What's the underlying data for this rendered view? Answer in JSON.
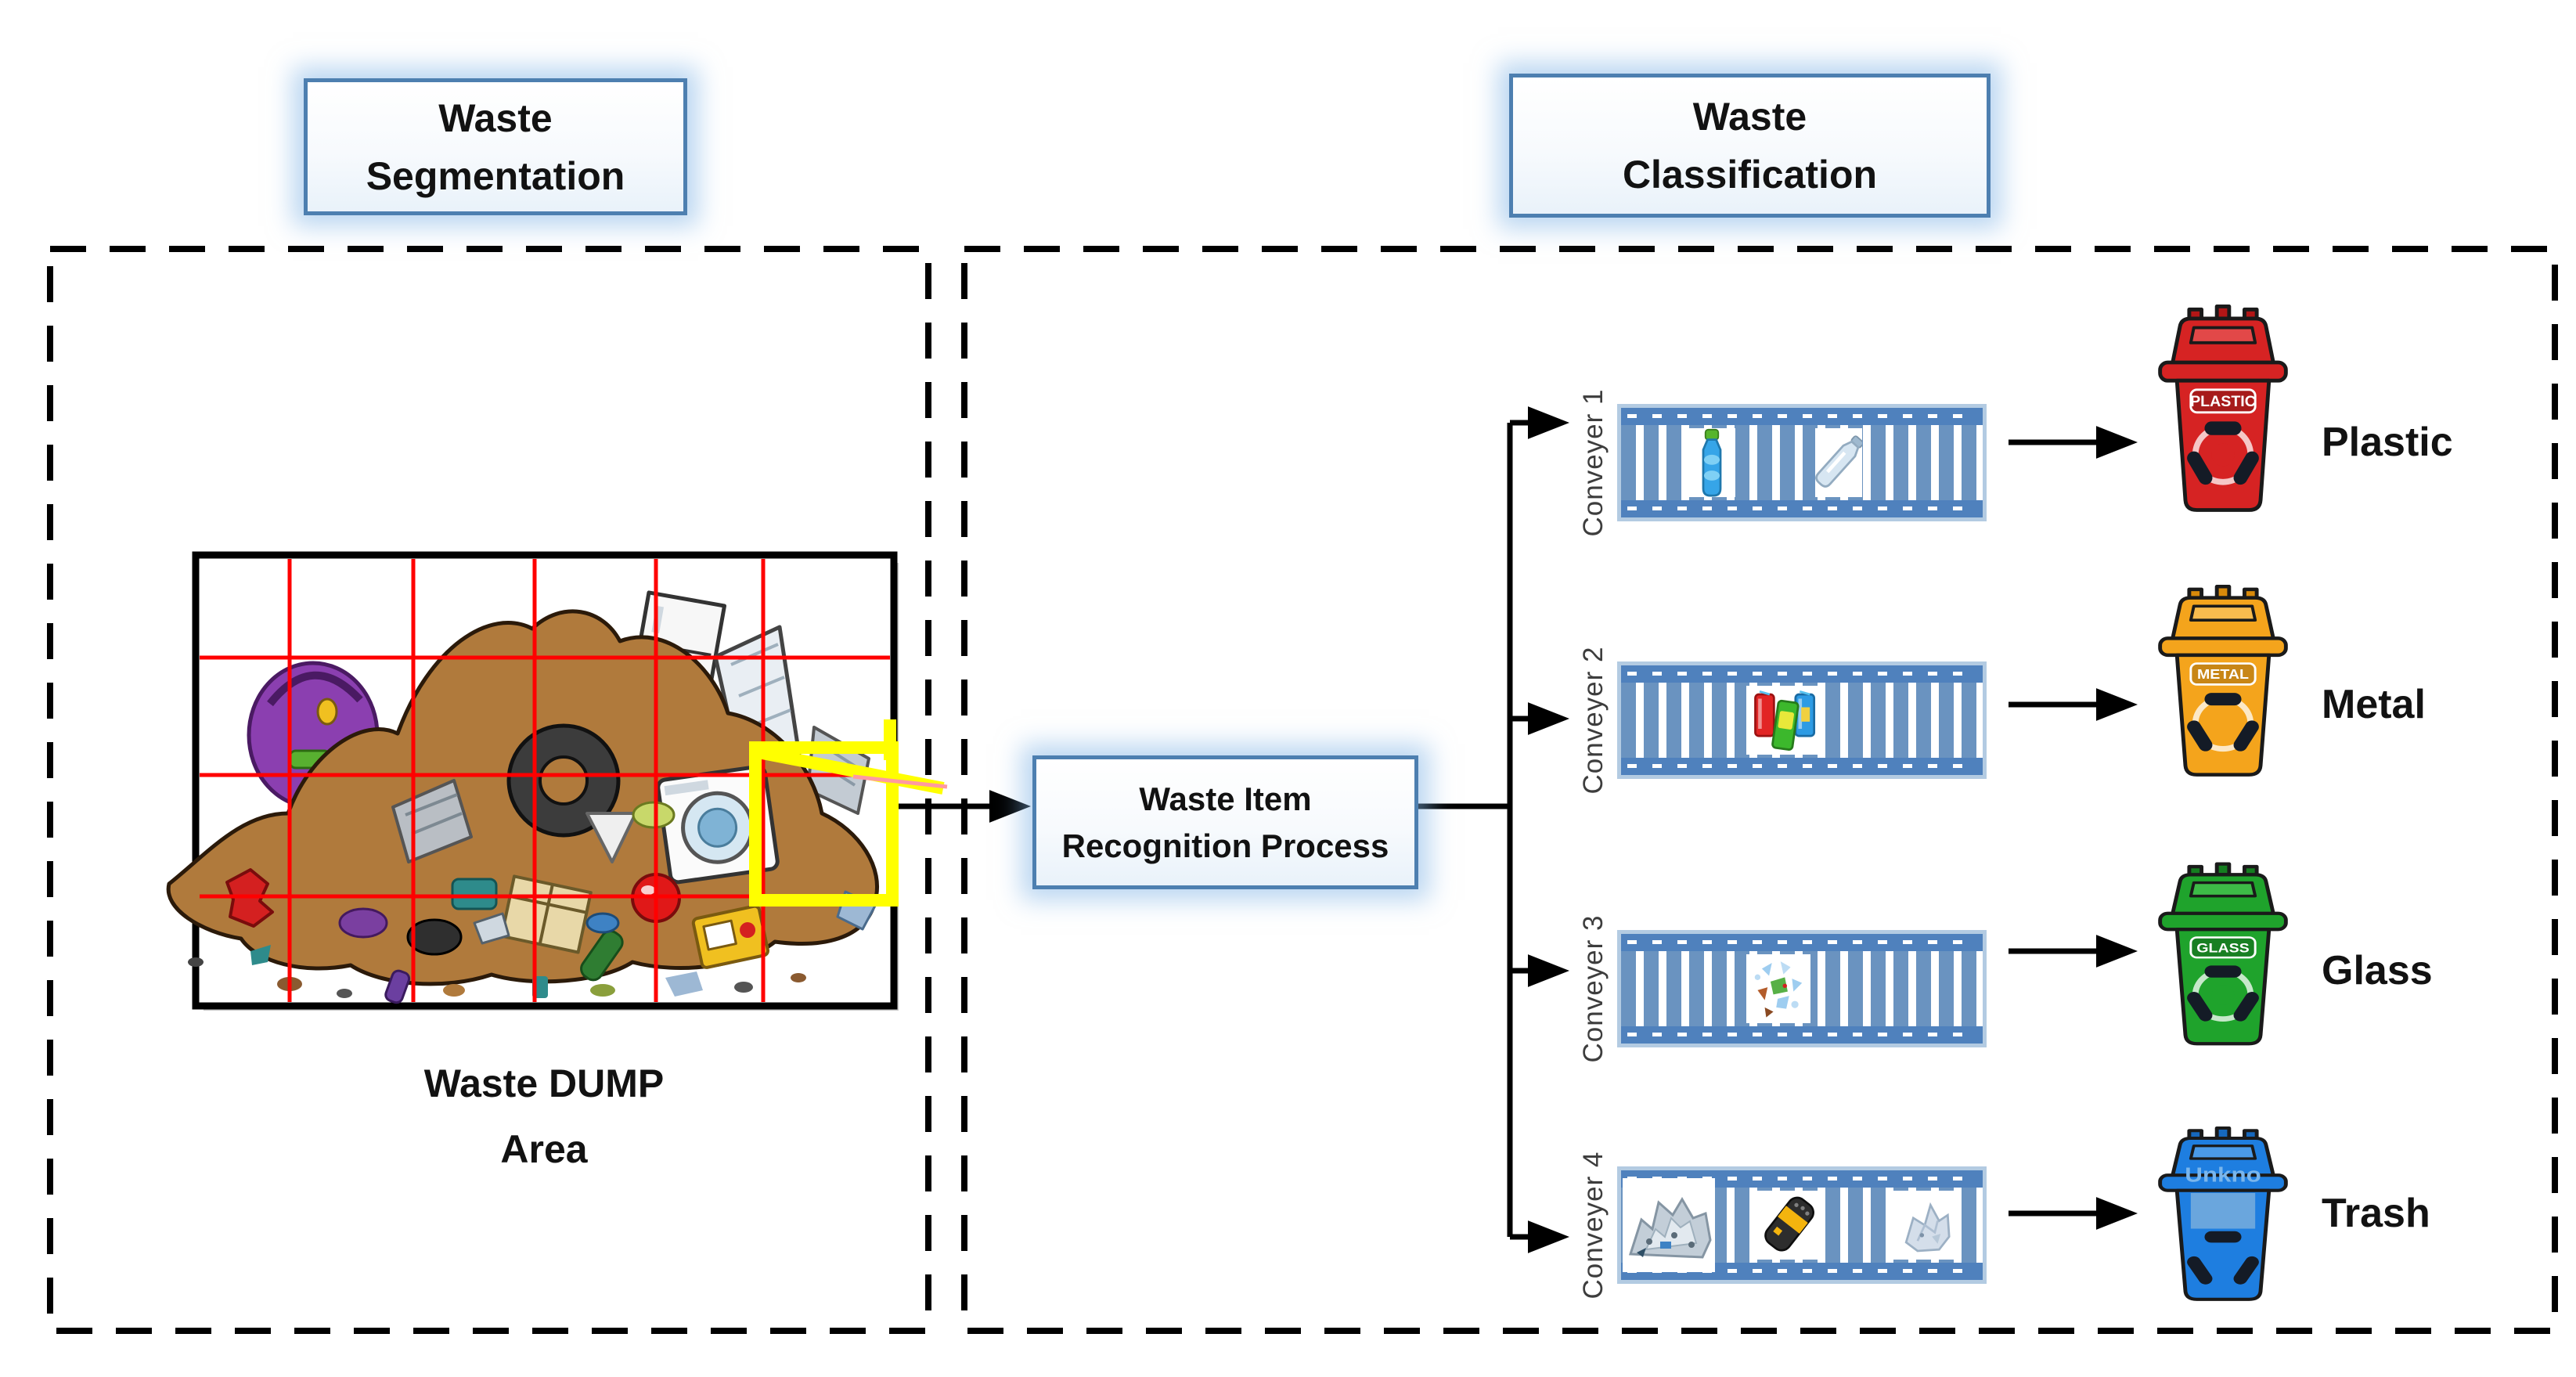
{
  "segmentation": {
    "title_line1": "Waste",
    "title_line2": "Segmentation",
    "area_label_line1": "Waste DUMP",
    "area_label_line2": "Area"
  },
  "classification": {
    "title_line1": "Waste",
    "title_line2": "Classification"
  },
  "process_box": {
    "line1": "Waste Item",
    "line2": "Recognition Process"
  },
  "conveyors": [
    {
      "label": "Conveyer 1",
      "items": [
        "blue-plastic-bottle-icon",
        "clear-plastic-bottle-icon"
      ],
      "bin": {
        "band_text": "PLASTIC",
        "label": "Plastic",
        "color": "#d62323"
      }
    },
    {
      "label": "Conveyer 2",
      "items": [
        "metal-cans-icon"
      ],
      "bin": {
        "band_text": "METAL",
        "label": "Metal",
        "color": "#f4a41c"
      }
    },
    {
      "label": "Conveyer 3",
      "items": [
        "broken-glass-icon"
      ],
      "bin": {
        "band_text": "GLASS",
        "label": "Glass",
        "color": "#1fa32c"
      }
    },
    {
      "label": "Conveyer 4",
      "items": [
        "crumpled-foil-icon",
        "battery-icon",
        "crumpled-paper-icon"
      ],
      "bin": {
        "band_text": "Unkno",
        "label": "Trash",
        "color": "#1e7ee0"
      }
    }
  ],
  "colors": {
    "grid_red": "#ff0000",
    "highlight_yellow": "#ffff00",
    "conveyor_blue": "#4f81bd",
    "box_border_blue": "#4d7fb0",
    "arrow_black": "#000000",
    "bin_red": "#d62323",
    "bin_orange": "#f4a41c",
    "bin_green": "#1fa32c",
    "bin_blue": "#1e7ee0"
  }
}
